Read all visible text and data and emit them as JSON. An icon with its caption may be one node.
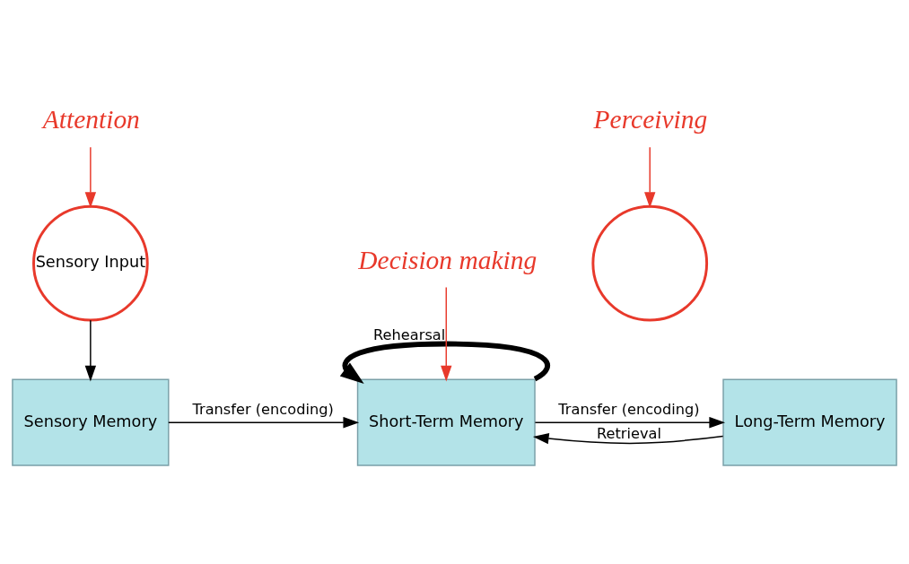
{
  "diagram": {
    "nodes": [
      {
        "text": [
          "Attention"
        ]
      },
      {
        "text": [
          "Sensory Input"
        ]
      },
      {
        "text": [
          "Sensory Memory"
        ]
      },
      {
        "text": [],
        "shape": "circle"
      },
      {
        "text": [
          "Short-Term Memory"
        ]
      },
      {
        "text": [
          "Long-Term Memory"
        ]
      },
      {
        "text": [
          "Perceiving"
        ]
      },
      {
        "text": [
          "Decision making"
        ]
      }
    ],
    "edges": [
      {
        "from": 0,
        "to": 1,
        "arrow": "to",
        "color": "#e8392b"
      },
      {
        "from": 1,
        "to": 2,
        "arrow": "to"
      },
      {
        "from": 2,
        "to": 4,
        "arrow": "to",
        "label": "Transfer (encoding)"
      },
      {
        "from": 4,
        "to": 4,
        "arrow": "to",
        "label": "Rehearsal",
        "style": "thick"
      },
      {
        "from": 5,
        "to": 4,
        "arrow": "to",
        "label": "Retrieval"
      },
      {
        "from": 4,
        "to": 5,
        "arrow": "to",
        "label": "Transfer (encoding)"
      },
      {
        "from": 6,
        "to": 3,
        "arrow": "to",
        "color": "#e8392b"
      },
      {
        "from": 7,
        "to": 4,
        "arrow": "to",
        "color": "#e8392b"
      }
    ]
  }
}
